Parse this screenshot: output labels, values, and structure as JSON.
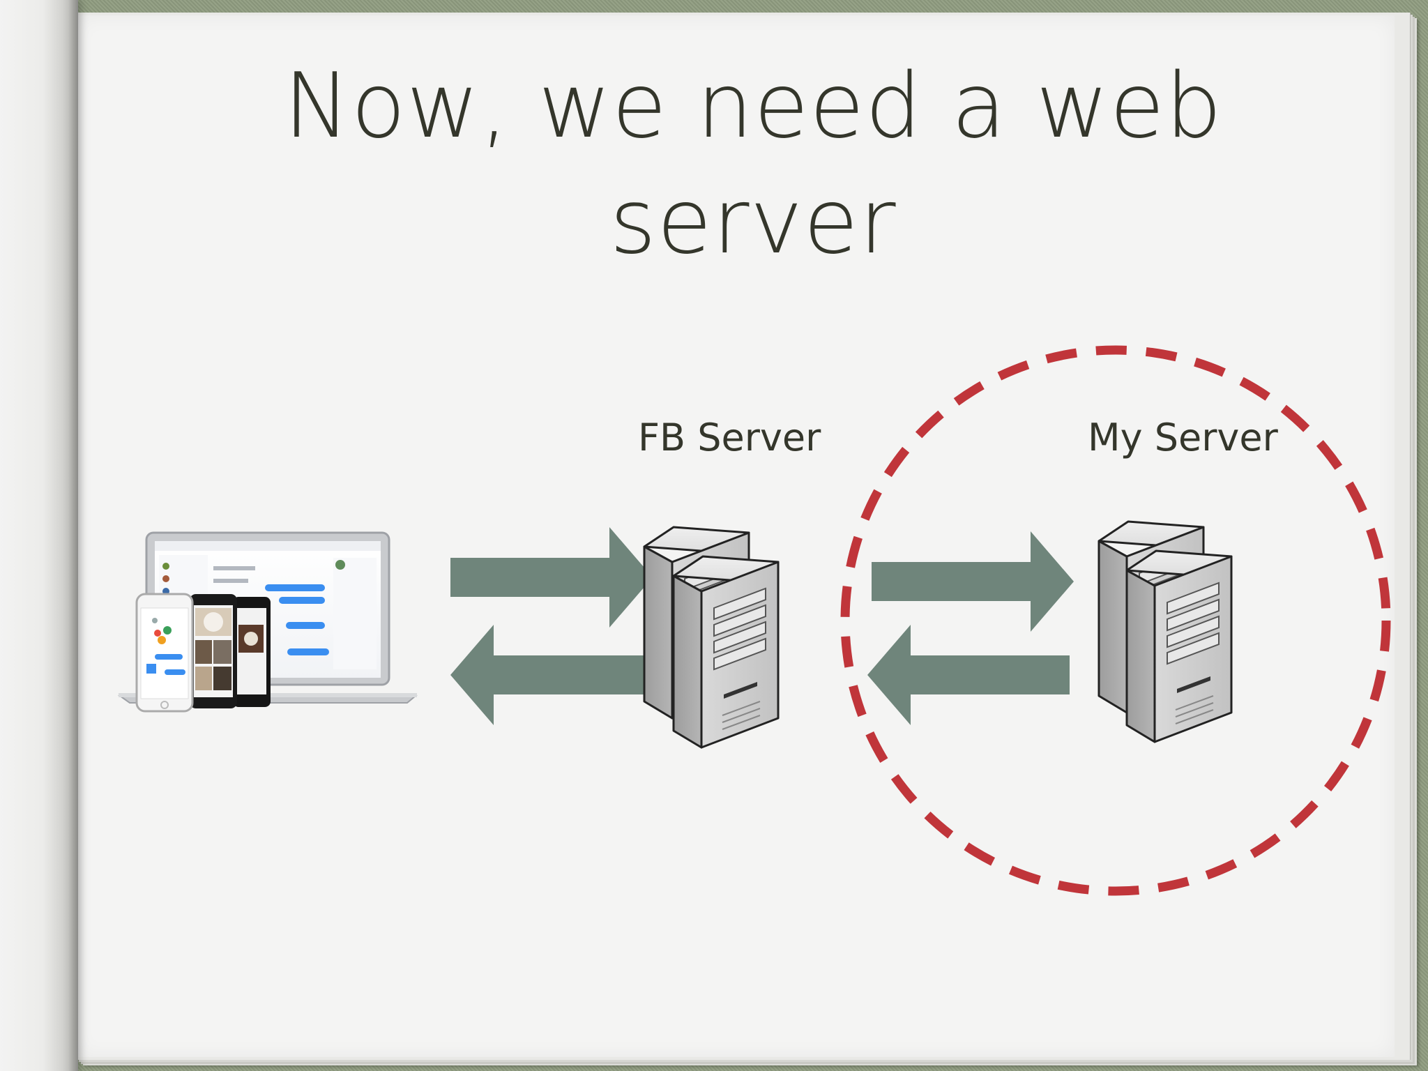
{
  "slide": {
    "title": "Now, we need a web server",
    "fb_server_label": "FB Server",
    "my_server_label": "My Server"
  },
  "icons": {
    "client_devices": "devices-icon",
    "fb_server": "server-icon",
    "my_server": "server-icon",
    "arrow_right": "arrow-right-icon",
    "arrow_left": "arrow-left-icon"
  },
  "colors": {
    "text": "#34362b",
    "arrow": "#6f857b",
    "highlight_circle": "#c0353a",
    "page": "#f4f4f3",
    "binding": "#8f9c80"
  }
}
